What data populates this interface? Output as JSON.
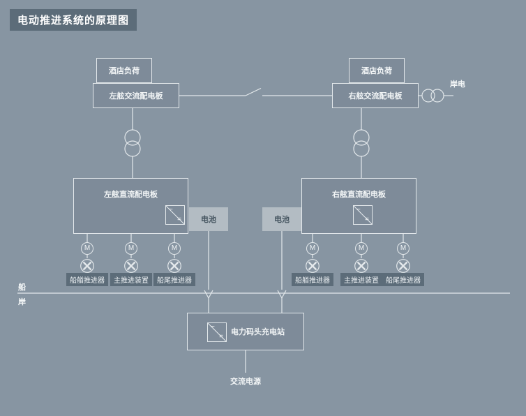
{
  "title": "电动推进系统的原理图",
  "colors": {
    "background": "#8795a2",
    "box_border": "#e3e8eb",
    "panel_dark": "#5c6c79",
    "battery_fill": "#b3bcc3",
    "battery_text": "#44545f",
    "line": "#e3e8eb"
  },
  "top": {
    "hotel_load_left": "酒店负荷",
    "hotel_load_right": "酒店负荷",
    "ac_switchboard_left": "左舷交流配电板",
    "ac_switchboard_right": "右舷交流配电板",
    "shore_power_label": "岸电"
  },
  "middle": {
    "dc_switchboard_left": "左舷直流配电板",
    "dc_switchboard_right": "右舷直流配电板",
    "battery_left": "电池",
    "battery_right": "电池"
  },
  "symbols": {
    "motor": "M",
    "inverter_ac": "~",
    "inverter_dc": "="
  },
  "thrusters": {
    "left": [
      "船艏推进器",
      "主推进装置",
      "船尾推进器"
    ],
    "right": [
      "船艏推进器",
      "主推进装置",
      "船尾推进器"
    ]
  },
  "divider": {
    "ship": "船",
    "shore": "岸"
  },
  "bottom": {
    "charging_station": "电力码头充电站",
    "ac_source": "交流电源"
  }
}
